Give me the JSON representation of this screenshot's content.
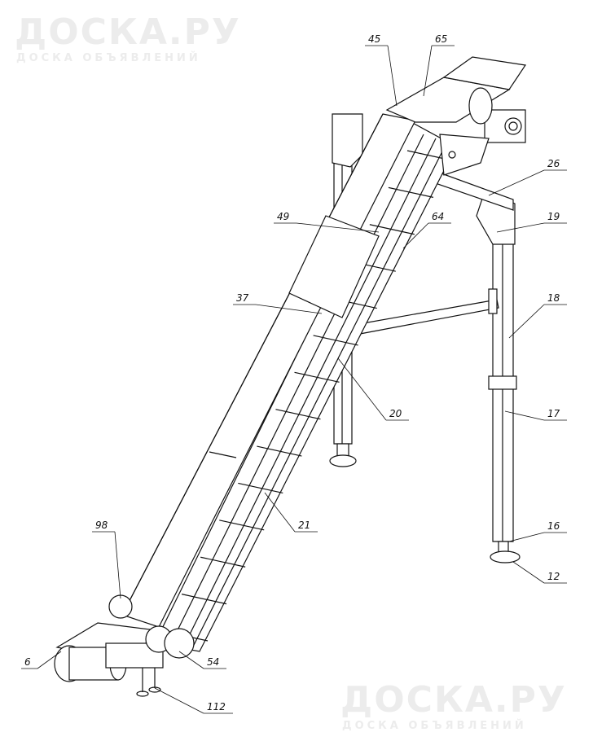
{
  "watermark": {
    "brand": "ДОСКА.РУ",
    "subtitle": "ДОСКА ОБЪЯВЛЕНИЙ"
  },
  "callouts": [
    {
      "id": "45",
      "text": "45"
    },
    {
      "id": "65",
      "text": "65"
    },
    {
      "id": "26",
      "text": "26"
    },
    {
      "id": "19",
      "text": "19"
    },
    {
      "id": "49",
      "text": "49"
    },
    {
      "id": "64",
      "text": "64"
    },
    {
      "id": "37",
      "text": "37"
    },
    {
      "id": "18",
      "text": "18"
    },
    {
      "id": "20",
      "text": "20"
    },
    {
      "id": "17",
      "text": "17"
    },
    {
      "id": "21",
      "text": "21"
    },
    {
      "id": "16",
      "text": "16"
    },
    {
      "id": "98",
      "text": "98"
    },
    {
      "id": "12",
      "text": "12"
    },
    {
      "id": "6",
      "text": "6"
    },
    {
      "id": "54",
      "text": "54"
    },
    {
      "id": "112",
      "text": "112"
    }
  ]
}
